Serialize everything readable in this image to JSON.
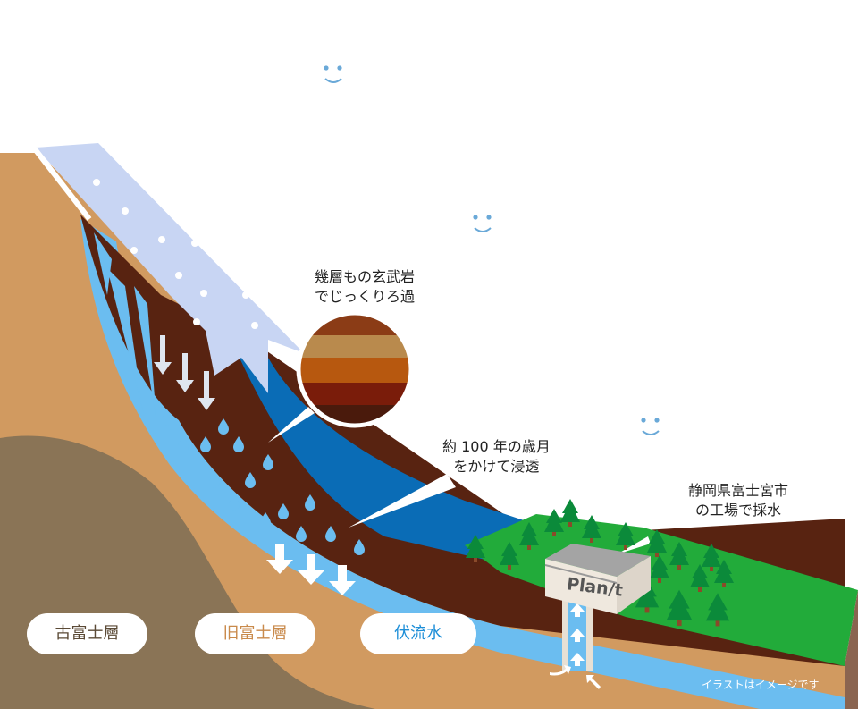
{
  "labels": {
    "filtration": [
      "幾層もの玄武岩",
      "でじっくりろ過"
    ],
    "infiltration": [
      "約 100 年の歳月",
      "をかけて浸透"
    ],
    "factory": [
      "静岡県富士宮市",
      "の工場で採水"
    ]
  },
  "layers": {
    "old_fuji": "古富士層",
    "new_fuji": "旧富士層",
    "underground_water": "伏流水"
  },
  "plant_sign": "Plan/t",
  "disclaimer": "イラストはイメージです",
  "colors": {
    "old_fuji": "#8a7456",
    "tan": "#d19a60",
    "dark_brown": "#582311",
    "water": "#6bbdf0",
    "deep_blue": "#0a6cb6",
    "snow": "#c8d5f3",
    "grass": "#22ab3a"
  }
}
